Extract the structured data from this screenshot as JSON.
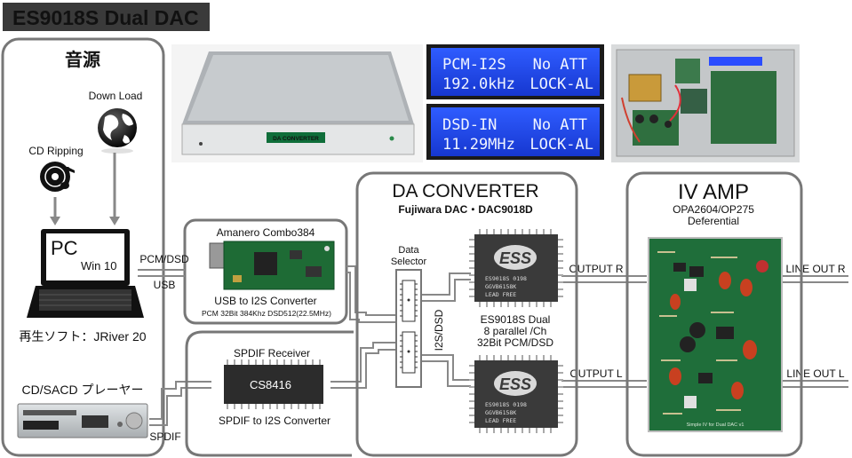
{
  "title": "ES9018S Dual DAC",
  "source": {
    "heading": "音源",
    "download_label": "Down Load",
    "cd_ripping_label": "CD Ripping",
    "pc_label": "PC",
    "os_label": "Win 10",
    "software_label": "再生ソフト：JRiver 20",
    "player_label": "CD/SACD プレーヤー"
  },
  "lcd_displays": [
    {
      "line1_left": "PCM-I2S",
      "line1_right": "No ATT",
      "line2_left": "192.0kHz",
      "line2_right": "LOCK-AL"
    },
    {
      "line1_left": "DSD-IN",
      "line1_right": "No ATT",
      "line2_left": "11.29MHz",
      "line2_right": "LOCK-AL"
    }
  ],
  "chassis_badge": "DA CONVERTER",
  "links": {
    "pcm_dsd": "PCM/DSD",
    "usb": "USB",
    "spdif": "SPDIF",
    "i2s_dsd": "I2S/DSD",
    "output_r": "OUTPUT R",
    "output_l": "OUTPUT L",
    "line_out_r": "LINE OUT R",
    "line_out_l": "LINE OUT L"
  },
  "amanero": {
    "title": "Amanero Combo384",
    "caption": "USB to I2S Converter",
    "spec": "PCM 32Bit 384Khz  DSD512(22.5MHz)"
  },
  "spdif_receiver": {
    "title": "SPDIF Receiver",
    "chip": "CS8416",
    "caption": "SPDIF to I2S Converter"
  },
  "da_converter": {
    "title": "DA CONVERTER",
    "subtitle": "Fujiwara DAC・DAC9018D",
    "selector_line1": "Data",
    "selector_line2": "Selector",
    "chip_logo": "ESS",
    "chip_marking": [
      "ES9018S  0198",
      "GGVB6158K",
      "LEAD FREE"
    ],
    "chip_desc": [
      "ES9018S Dual",
      "8 parallel /Ch",
      "32Bit PCM/DSD"
    ]
  },
  "iv_amp": {
    "title": "IV AMP",
    "subtitle1": "OPA2604/OP275",
    "subtitle2": "Deferential",
    "board_label": "Simple IV for Dual DAC v1"
  }
}
